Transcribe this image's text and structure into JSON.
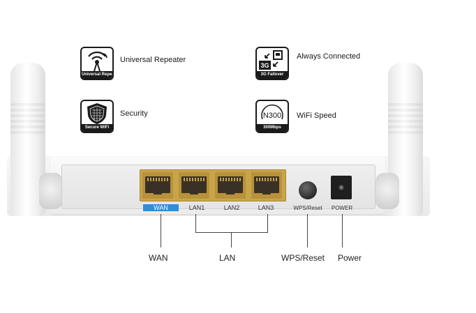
{
  "features": [
    {
      "label": "Universal Repeater",
      "badge_caption": "Universal Repeater",
      "icon": "wifi-repeater-icon"
    },
    {
      "label": "Always Connected",
      "badge_caption": "3G Failover",
      "badge_text": "3G",
      "icon": "3g-failover-icon"
    },
    {
      "label": "Security",
      "badge_caption": "Secure WiFi",
      "icon": "shield-icon"
    },
    {
      "label": "WiFi Speed",
      "badge_caption": "300Mbps",
      "badge_text": "N300",
      "icon": "speed-icon"
    }
  ],
  "ports": {
    "wan": "WAN",
    "lan1": "LAN1",
    "lan2": "LAN2",
    "lan3": "LAN3",
    "wps": "WPS/Reset",
    "power": "POWER"
  },
  "callouts": {
    "wan": "WAN",
    "lan": "LAN",
    "wps": "WPS/Reset",
    "power": "Power"
  },
  "colors": {
    "port_gold": "#c9a54a",
    "wan_tag": "#2f8fd4"
  }
}
